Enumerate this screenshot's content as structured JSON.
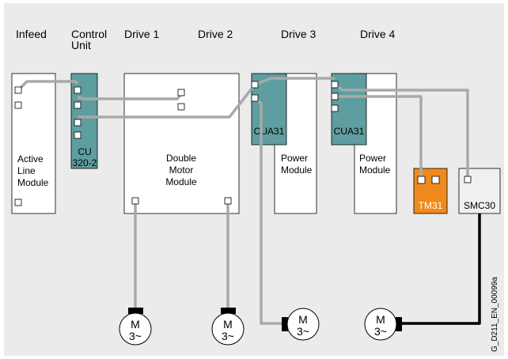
{
  "headers": {
    "infeed": "Infeed",
    "control_unit_1": "Control",
    "control_unit_2": "Unit",
    "drive1": "Drive 1",
    "drive2": "Drive 2",
    "drive3": "Drive 3",
    "drive4": "Drive 4"
  },
  "modules": {
    "alm": [
      "Active",
      "Line",
      "Module"
    ],
    "cu": [
      "CU",
      "320-2"
    ],
    "dmm": [
      "Double",
      "Motor",
      "Module"
    ],
    "cua31_a": "CUA31",
    "cua31_b": "CUA31",
    "pm_a": [
      "Power",
      "Module"
    ],
    "pm_b": [
      "Power",
      "Module"
    ],
    "tm31": "TM31",
    "smc30": "SMC30"
  },
  "motor": {
    "m": "M",
    "ac": "3~"
  },
  "figure_id": "G_D211_EN_00099a",
  "colors": {
    "background": "#ebebeb",
    "module_fill": "#ffffff",
    "cu_fill": "#5f9ea0",
    "tm31_fill": "#f08a1c",
    "smc30_fill": "#f0f0f0",
    "drive_cliq_line": "#a9a9a9",
    "encoder_line": "#000000"
  }
}
